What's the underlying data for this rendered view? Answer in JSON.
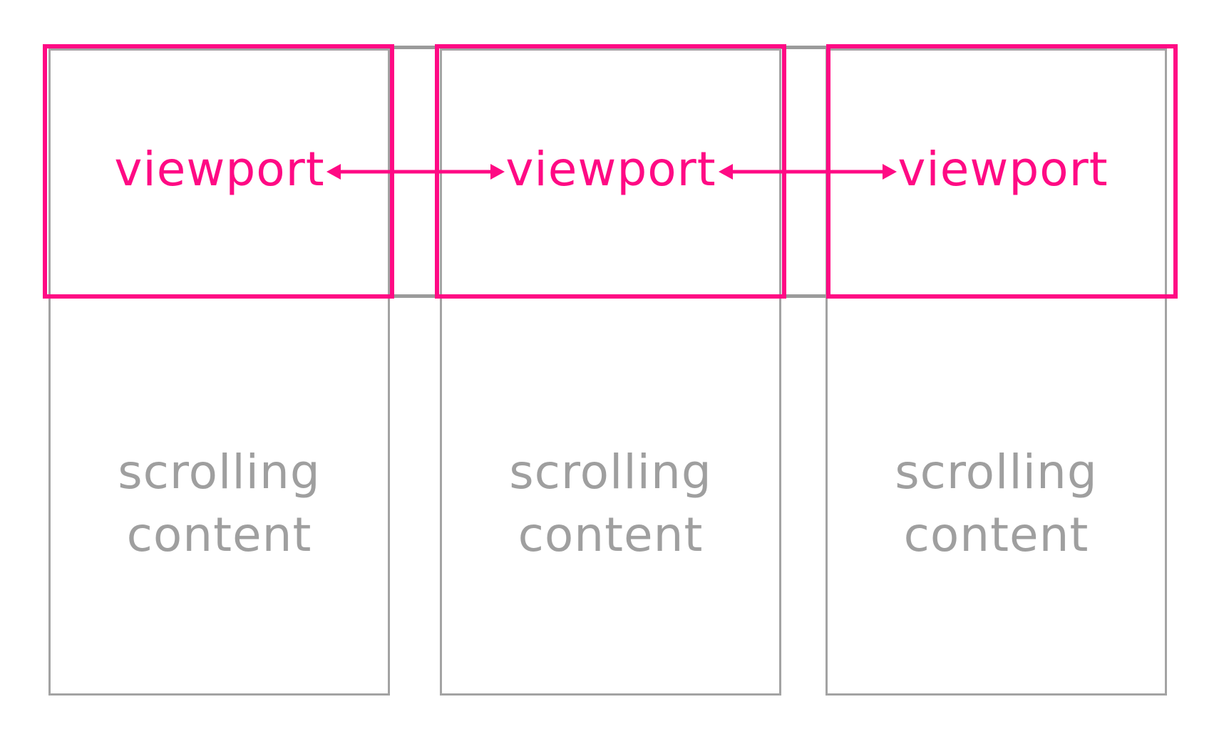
{
  "panels": [
    {
      "viewport_label": "viewport",
      "content_label": "scrolling\ncontent"
    },
    {
      "viewport_label": "viewport",
      "content_label": "scrolling\ncontent"
    },
    {
      "viewport_label": "viewport",
      "content_label": "scrolling\ncontent"
    }
  ],
  "colors": {
    "viewport": "#ff0a84",
    "content_border": "#a3a3a3",
    "content_text": "#9f9f9f"
  }
}
